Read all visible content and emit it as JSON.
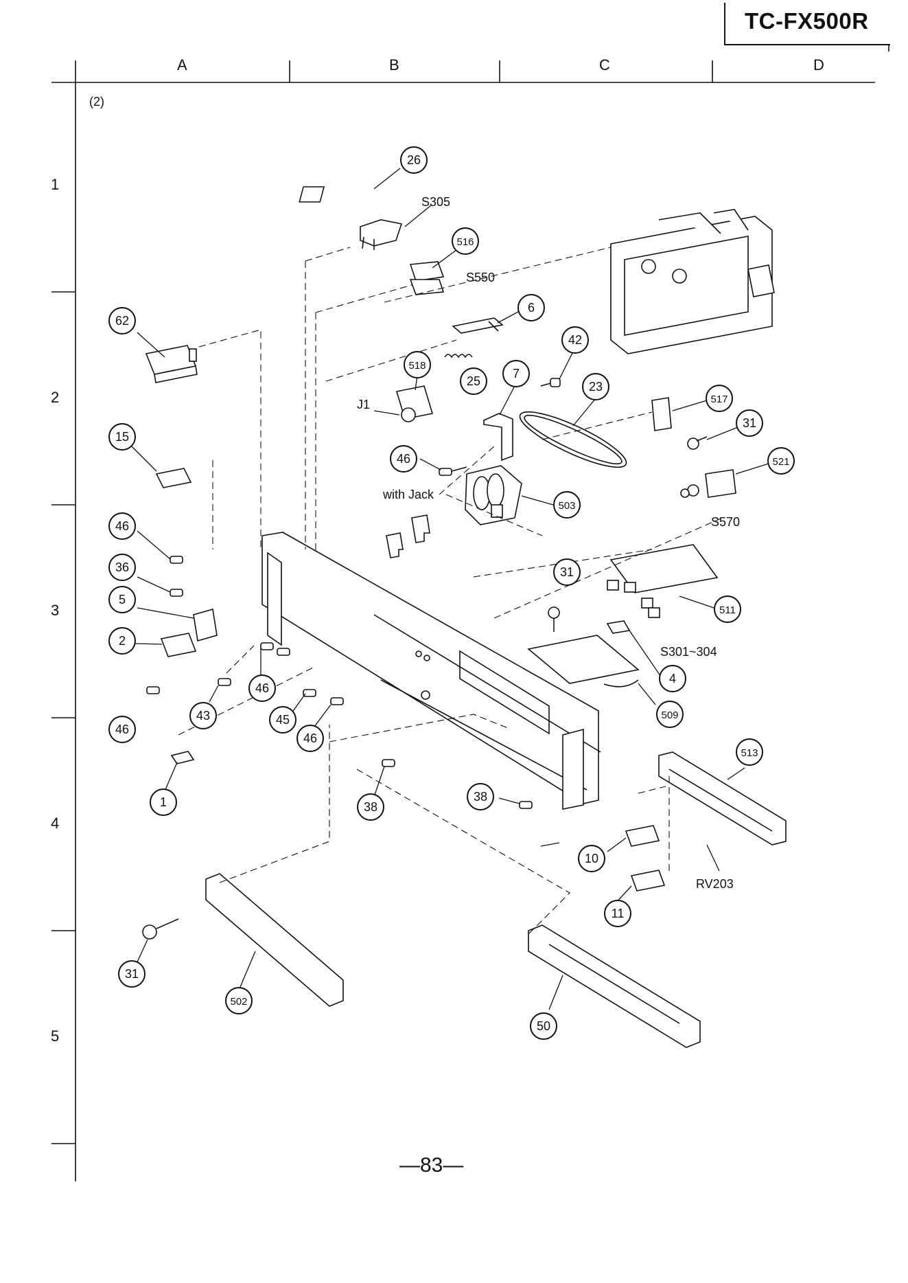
{
  "header": {
    "model": "TC-FX500R",
    "section": "(2)",
    "columns": [
      "A",
      "B",
      "C",
      "D"
    ],
    "rows": [
      "1",
      "2",
      "3",
      "4",
      "5"
    ]
  },
  "footer": {
    "page": "—83—"
  },
  "callouts": [
    {
      "id": "c26",
      "label": "26"
    },
    {
      "id": "c516",
      "label": "516"
    },
    {
      "id": "c62",
      "label": "62"
    },
    {
      "id": "c6",
      "label": "6"
    },
    {
      "id": "c42",
      "label": "42"
    },
    {
      "id": "c518",
      "label": "518"
    },
    {
      "id": "c25",
      "label": "25"
    },
    {
      "id": "c7",
      "label": "7"
    },
    {
      "id": "c23",
      "label": "23"
    },
    {
      "id": "c517",
      "label": "517"
    },
    {
      "id": "c31a",
      "label": "31"
    },
    {
      "id": "c15",
      "label": "15"
    },
    {
      "id": "c46a",
      "label": "46"
    },
    {
      "id": "c521",
      "label": "521"
    },
    {
      "id": "c503",
      "label": "503"
    },
    {
      "id": "c46b",
      "label": "46"
    },
    {
      "id": "c36",
      "label": "36"
    },
    {
      "id": "c5",
      "label": "5"
    },
    {
      "id": "c31b",
      "label": "31"
    },
    {
      "id": "c511",
      "label": "511"
    },
    {
      "id": "c2",
      "label": "2"
    },
    {
      "id": "c4",
      "label": "4"
    },
    {
      "id": "c46c",
      "label": "46"
    },
    {
      "id": "c509",
      "label": "509"
    },
    {
      "id": "c46d",
      "label": "46"
    },
    {
      "id": "c43",
      "label": "43"
    },
    {
      "id": "c45",
      "label": "45"
    },
    {
      "id": "c46e",
      "label": "46"
    },
    {
      "id": "c513",
      "label": "513"
    },
    {
      "id": "c1",
      "label": "1"
    },
    {
      "id": "c38a",
      "label": "38"
    },
    {
      "id": "c38b",
      "label": "38"
    },
    {
      "id": "c10",
      "label": "10"
    },
    {
      "id": "c11",
      "label": "11"
    },
    {
      "id": "c31c",
      "label": "31"
    },
    {
      "id": "c502",
      "label": "502"
    },
    {
      "id": "c50",
      "label": "50"
    }
  ],
  "text_labels": [
    {
      "id": "t-s305",
      "text": "S305"
    },
    {
      "id": "t-s550",
      "text": "S550"
    },
    {
      "id": "t-j1",
      "text": "J1"
    },
    {
      "id": "t-s570",
      "text": "S570"
    },
    {
      "id": "t-withjack",
      "text": "with Jack"
    },
    {
      "id": "t-s301",
      "text": "S301~304"
    },
    {
      "id": "t-rv203",
      "text": "RV203"
    }
  ]
}
